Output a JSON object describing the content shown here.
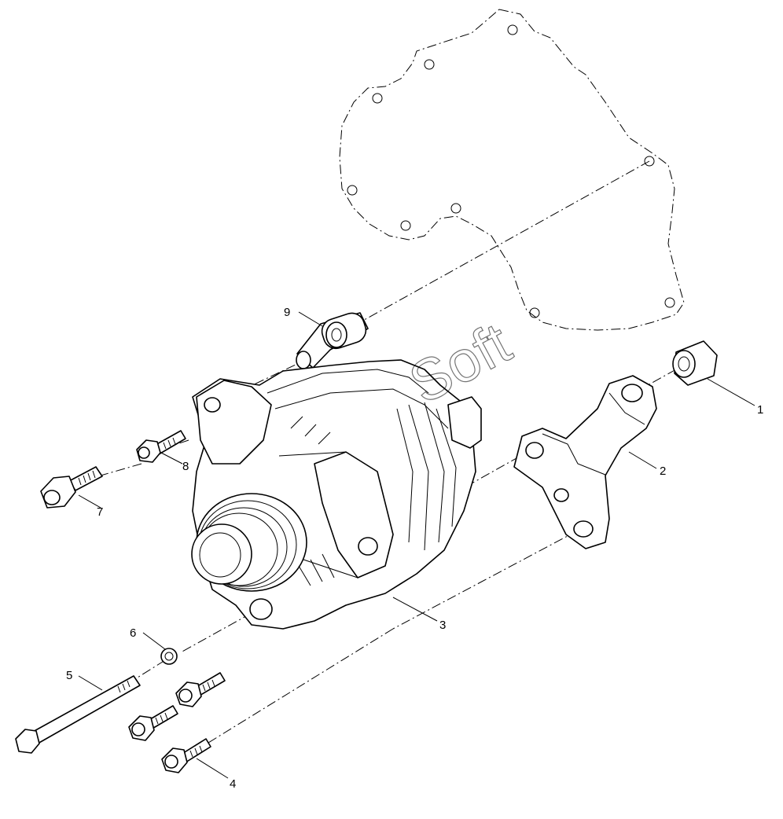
{
  "diagram": {
    "watermark": "Soft",
    "callouts": [
      {
        "id": "1",
        "label": "1"
      },
      {
        "id": "2",
        "label": "2"
      },
      {
        "id": "3",
        "label": "3"
      },
      {
        "id": "4",
        "label": "4"
      },
      {
        "id": "5",
        "label": "5"
      },
      {
        "id": "6",
        "label": "6"
      },
      {
        "id": "7",
        "label": "7"
      },
      {
        "id": "8",
        "label": "8"
      },
      {
        "id": "9",
        "label": "9"
      }
    ]
  }
}
